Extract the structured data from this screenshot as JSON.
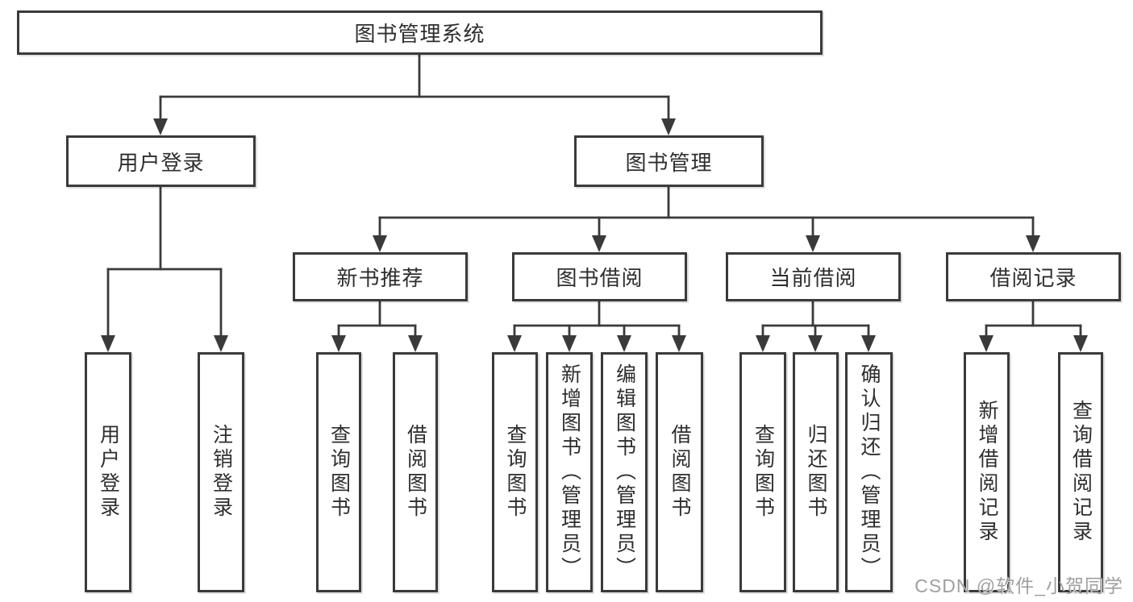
{
  "diagram_title": "图书管理系统",
  "colors": {
    "line": "#3a3a3a",
    "box_border": "#3a3a3a",
    "box_background": "#ffffff",
    "text": "#2e2e2e",
    "watermark": "#9f9f9f",
    "background": "#ffffff"
  },
  "nodes": {
    "root": {
      "label": "图书管理系统"
    },
    "user_login": {
      "label": "用户登录"
    },
    "book_mgmt": {
      "label": "图书管理"
    },
    "new_rec": {
      "label": "新书推荐"
    },
    "borrow": {
      "label": "图书借阅"
    },
    "current": {
      "label": "当前借阅"
    },
    "records": {
      "label": "借阅记录"
    },
    "login_leaf": {
      "label": "用户登录"
    },
    "logout_leaf": {
      "label": "注销登录"
    },
    "rec_query": {
      "label": "查询图书"
    },
    "rec_borrow": {
      "label": "借阅图书"
    },
    "borrow_query": {
      "label": "查询图书"
    },
    "borrow_add": {
      "label": "新增图书（管理员）"
    },
    "borrow_edit": {
      "label": "编辑图书（管理员）"
    },
    "borrow_borrow": {
      "label": "借阅图书"
    },
    "cur_query": {
      "label": "查询图书"
    },
    "cur_return": {
      "label": "归还图书"
    },
    "cur_confirm": {
      "label": "确认归还（管理员）"
    },
    "rec_add_record": {
      "label": "新增借阅记录"
    },
    "rec_query_record": {
      "label": "查询借阅记录"
    }
  },
  "hierarchy": {
    "图书管理系统": {
      "用户登录": [
        "用户登录",
        "注销登录"
      ],
      "图书管理": {
        "新书推荐": [
          "查询图书",
          "借阅图书"
        ],
        "图书借阅": [
          "查询图书",
          "新增图书（管理员）",
          "编辑图书（管理员）",
          "借阅图书"
        ],
        "当前借阅": [
          "查询图书",
          "归还图书",
          "确认归还（管理员）"
        ],
        "借阅记录": [
          "新增借阅记录",
          "查询借阅记录"
        ]
      }
    }
  },
  "watermark": {
    "text": "CSDN @软件_小贺同学"
  }
}
